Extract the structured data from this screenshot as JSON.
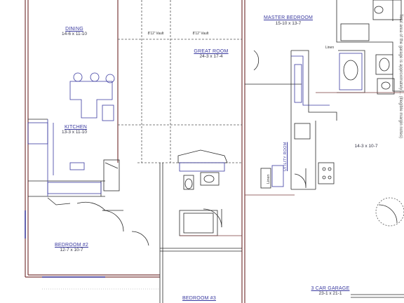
{
  "rooms": {
    "dining": {
      "name": "DINING",
      "dims": "14-6 x 11-10"
    },
    "kitchen": {
      "name": "KITCHEN",
      "dims": "13-3 x 11-10"
    },
    "great_room": {
      "name": "GREAT ROOM",
      "dims": "24-3 x 17-4"
    },
    "master_bedroom": {
      "name": "MASTER BEDROOM",
      "dims": "15-10 x 13-7"
    },
    "bedroom2": {
      "name": "BEDROOM #2",
      "dims": "12-7 x 10-7"
    },
    "bedroom3": {
      "name": "BEDROOM #3",
      "dims": ""
    },
    "utility_room": {
      "name": "UTILITY ROOM"
    },
    "garage": {
      "name": "3 CAR GARAGE",
      "dims": "23-1 x 21-1"
    },
    "garage_bay": {
      "dims": "14-3 x 10-7"
    }
  },
  "fixtures": {
    "linen_master": "Linen",
    "linen_utility": "Linen",
    "ceiling_note_1": "8'12' Vault",
    "ceiling_note_2": "8'12' Vault"
  },
  "side_text": "Total area of the garage is approximately ... (illegible margin notes)",
  "colors": {
    "wall": "#7a3b3b",
    "line": "#2a2a2a",
    "cabinet": "#3a3aa0",
    "label": "#3a3aa0"
  }
}
